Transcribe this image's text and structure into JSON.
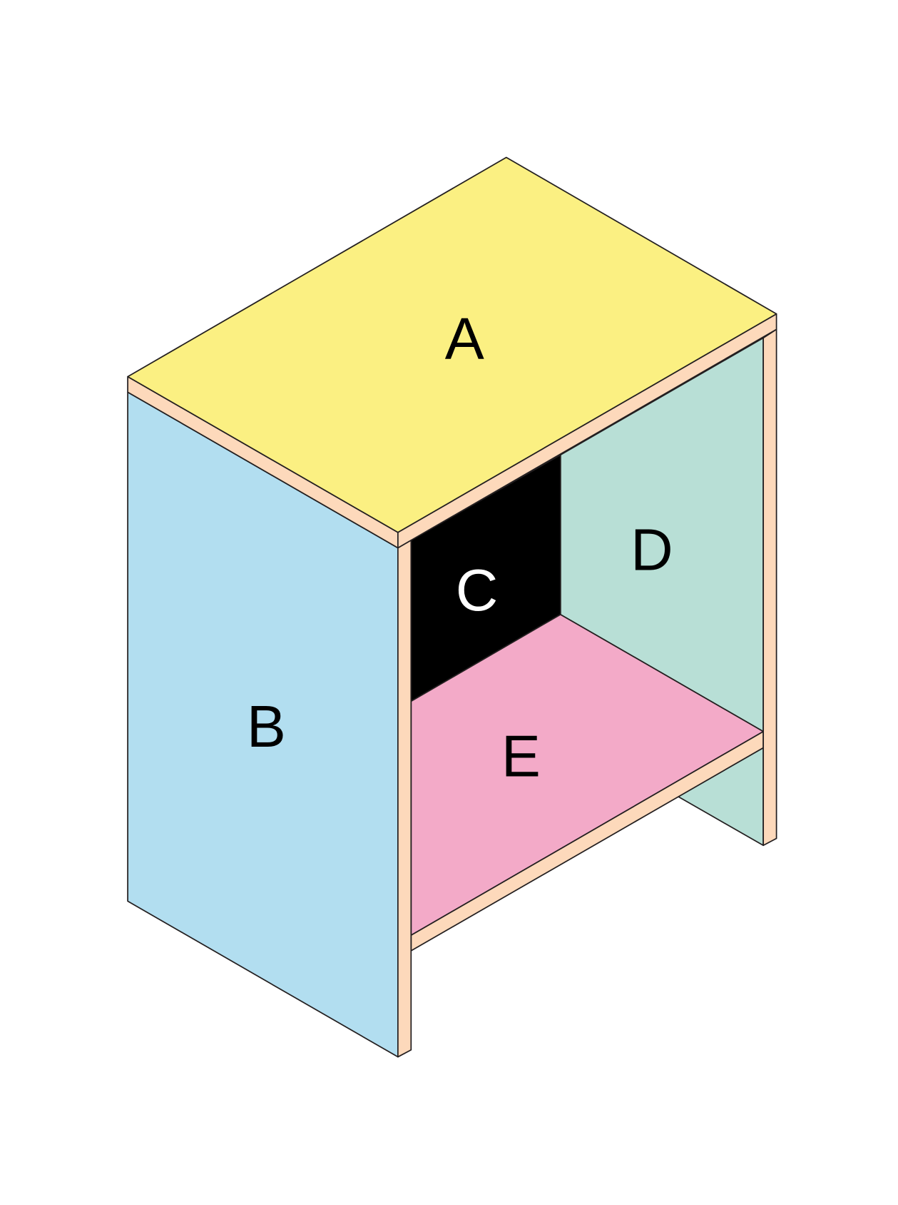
{
  "labels": {
    "top": "A",
    "side": "B",
    "back": "C",
    "right_side": "D",
    "shelf": "E"
  },
  "colors": {
    "top": "#fbf082",
    "side": "#b2def0",
    "back": "#000000",
    "right_side": "#b8dfd6",
    "shelf": "#f3aac8",
    "edge": "#fdd9bb",
    "outline": "#231f20"
  }
}
